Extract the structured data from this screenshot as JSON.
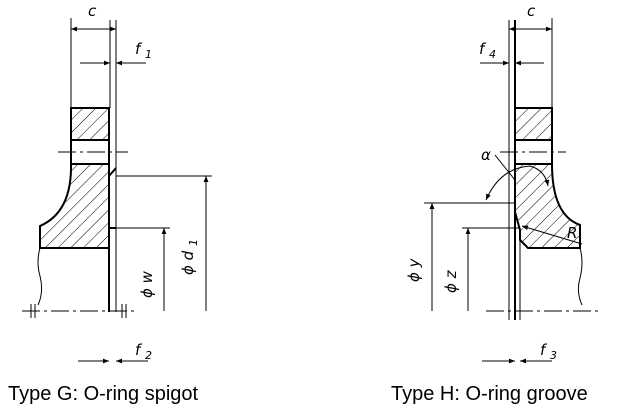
{
  "left_view": {
    "caption": "Type G: O-ring spigot",
    "labels": {
      "c": "c",
      "f1": "f",
      "f1_sub": "1",
      "f2": "f",
      "f2_sub": "2",
      "w": "ϕ w",
      "d1": "ϕ d",
      "d1_sub": "1"
    }
  },
  "right_view": {
    "caption": "Type H: O-ring groove",
    "labels": {
      "c": "c",
      "f4": "f",
      "f4_sub": "4",
      "f3": "f",
      "f3_sub": "3",
      "alpha": "α",
      "R": "R",
      "y": "ϕ y",
      "z": "ϕ z"
    }
  }
}
